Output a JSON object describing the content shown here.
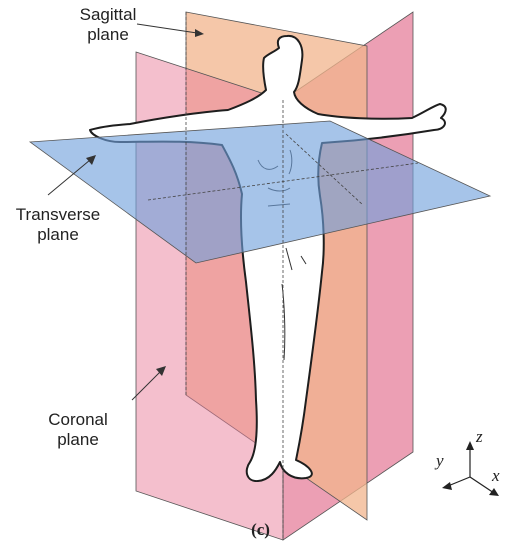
{
  "labels": {
    "sagittal": [
      "Sagittal",
      "plane"
    ],
    "transverse": [
      "Transverse",
      "plane"
    ],
    "coronal": [
      "Coronal",
      "plane"
    ]
  },
  "axes": {
    "x": "x",
    "y": "y",
    "z": "z"
  },
  "caption": "(c)",
  "colors": {
    "sagittal_fill": "#f2b48c",
    "coronal_fill": "#e9809b",
    "transverse_fill": "#6f9fdb",
    "outline": "#1e1e1e"
  }
}
